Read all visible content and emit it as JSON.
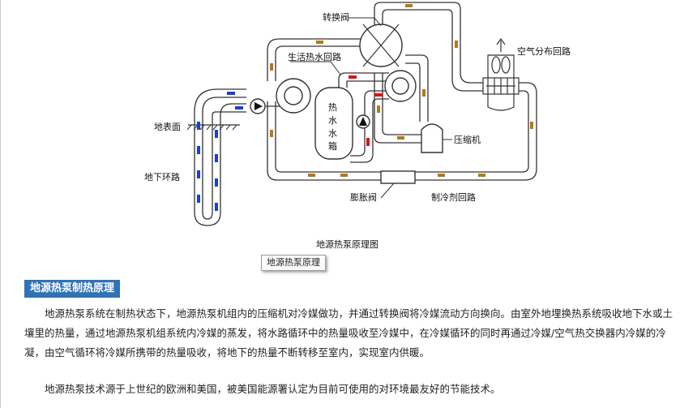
{
  "diagram": {
    "labels": {
      "reversing_valve": "转换阀",
      "domestic_hot_water_loop": "生活热水回路",
      "air_distribution_loop": "空气分布回路",
      "ground_surface": "地表面",
      "underground_loop": "地下环路",
      "hot_water_tank": [
        "热",
        "水",
        "水",
        "箱"
      ],
      "compressor": "压缩机",
      "expansion_valve": "膨胀阀",
      "refrigerant_loop": "制冷剂回路"
    },
    "caption": "地源热泵原理图",
    "colors": {
      "pipe": "#333333",
      "flow_refrigerant": "#b07a1a",
      "flow_water": "#1a3fd6",
      "flow_hot": "#e01010"
    }
  },
  "tooltip": "地源热泵原理",
  "section": {
    "heading": "地源热泵制热原理",
    "paragraphs": [
      "地源热泵系统在制热状态下，地源热泵机组内的压缩机对冷媒做功，并通过转换阀将冷媒流动方向换向。由室外地埋换热系统吸收地下水或土壤里的热量，通过地源热泵机组系统内冷媒的蒸发，将水路循环中的热量吸收至冷媒中，在冷媒循环的同时再通过冷媒/空气热交换器内冷媒的冷凝，由空气循环将冷媒所携带的热量吸收，将地下的热量不断转移至室内，实现室内供暖。",
      "地源热泵技术源于上世纪的欧洲和美国，被美国能源署认定为目前可使用的对环境最友好的节能技术。"
    ]
  }
}
